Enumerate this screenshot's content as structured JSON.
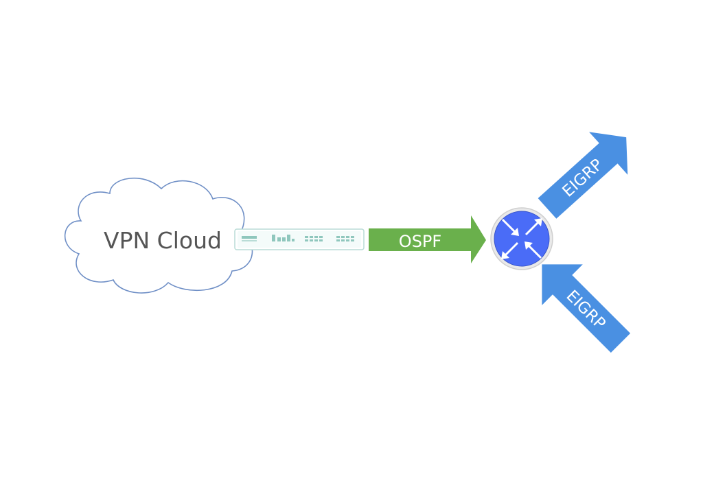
{
  "cloud": {
    "label": "VPN Cloud"
  },
  "ospf_arrow": {
    "label": "OSPF",
    "color": "#6ab04c"
  },
  "eigrp_out": {
    "label": "EIGRP",
    "color": "#4a90e2"
  },
  "eigrp_in": {
    "label": "EIGRP",
    "color": "#4a90e2"
  },
  "router": {
    "icon": "router-icon",
    "color": "#4a6cf7"
  },
  "appliance": {
    "icon": "security-appliance-icon"
  }
}
